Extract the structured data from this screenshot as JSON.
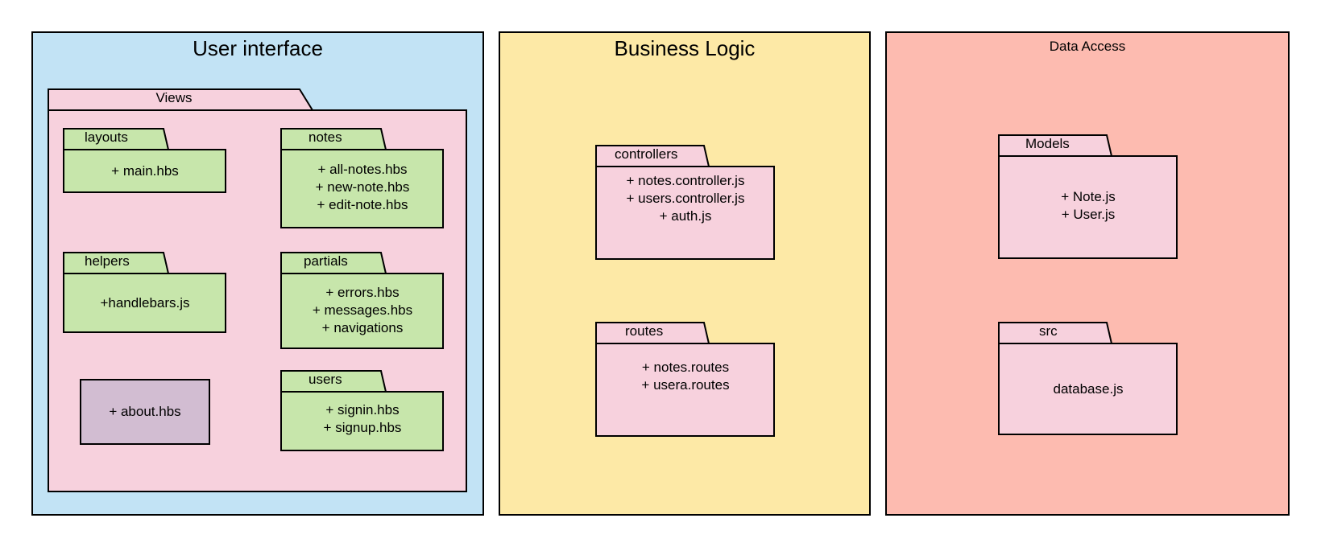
{
  "colors": {
    "ui_layer": "#c2e3f5",
    "business_layer": "#fde9a6",
    "data_layer": "#fdbbb0",
    "views_pkg": "#f7d1dd",
    "green_pkg": "#c7e6ab",
    "pink_pkg": "#f7d1dd",
    "about_box": "#d2bdd2"
  },
  "ui_layer": {
    "title": "User interface",
    "views": {
      "label": "Views",
      "layouts": {
        "label": "layouts",
        "items": [
          "+ main.hbs"
        ]
      },
      "notes": {
        "label": "notes",
        "items": [
          "+ all-notes.hbs",
          "+ new-note.hbs",
          "+ edit-note.hbs"
        ]
      },
      "helpers": {
        "label": "helpers",
        "items": [
          "+handlebars.js"
        ]
      },
      "partials": {
        "label": "partials",
        "items": [
          "+ errors.hbs",
          "+ messages.hbs",
          "+ navigations"
        ]
      },
      "about": {
        "label": "+ about.hbs"
      },
      "users": {
        "label": "users",
        "items": [
          "+ signin.hbs",
          "+ signup.hbs"
        ]
      }
    }
  },
  "business_layer": {
    "title": "Business Logic",
    "controllers": {
      "label": "controllers",
      "items": [
        "+ notes.controller.js",
        "+ users.controller.js",
        "+ auth.js"
      ]
    },
    "routes": {
      "label": "routes",
      "items": [
        "+ notes.routes",
        "+ usera.routes"
      ]
    }
  },
  "data_layer": {
    "title": "Data Access",
    "models": {
      "label": "Models",
      "items": [
        "+ Note.js",
        "+ User.js"
      ]
    },
    "src": {
      "label": "src",
      "items": [
        "database.js"
      ]
    }
  }
}
